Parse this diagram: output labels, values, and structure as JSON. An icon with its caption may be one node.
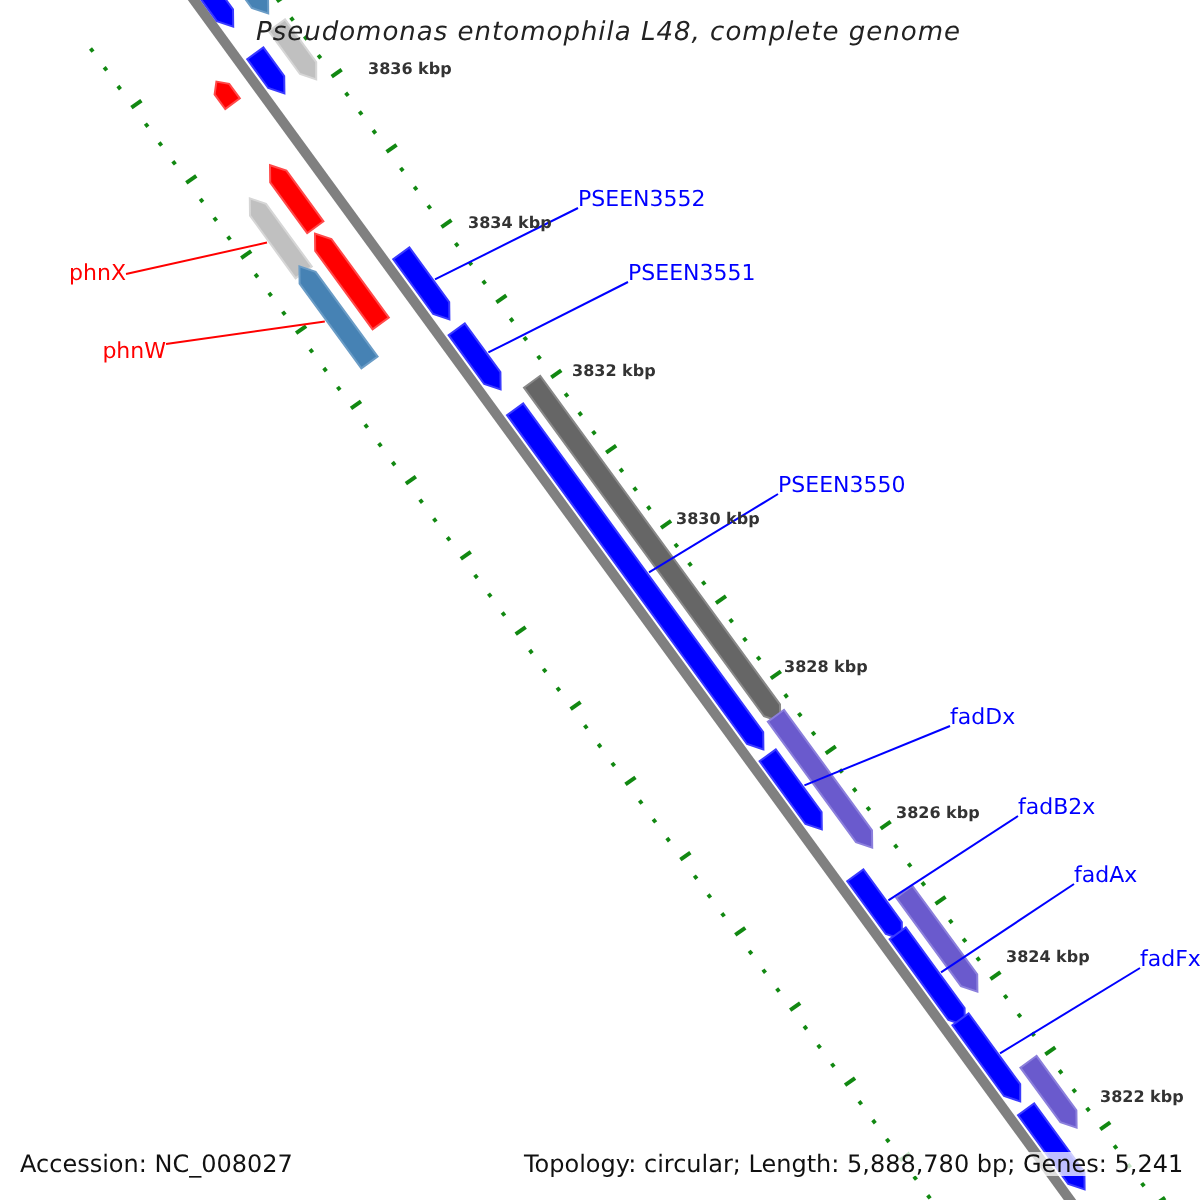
{
  "diagram": {
    "title": "Pseudomonas entomophila L48, complete genome",
    "nodes": [
      {
        "text": [
          "phnX"
        ]
      },
      {
        "text": [
          "phnW"
        ]
      },
      {
        "text": [
          "PSEEN3552"
        ]
      },
      {
        "text": [
          "PSEEN3551"
        ]
      },
      {
        "text": [
          "PSEEN3550"
        ]
      },
      {
        "text": [
          "fadDx"
        ]
      },
      {
        "text": [
          "fadB2x"
        ]
      },
      {
        "text": [
          "fadAx"
        ]
      },
      {
        "text": [
          "fadFx"
        ]
      },
      {
        "text": [],
        "shape": "box"
      },
      {
        "text": [],
        "shape": "box"
      },
      {
        "text": [],
        "shape": "box"
      },
      {
        "text": [],
        "shape": "box"
      },
      {
        "text": [],
        "shape": "box"
      },
      {
        "text": [],
        "shape": "box"
      },
      {
        "text": [],
        "shape": "box"
      },
      {
        "text": [],
        "shape": "box"
      },
      {
        "text": [],
        "shape": "box"
      },
      {
        "text": [],
        "shape": "box"
      },
      {
        "text": [],
        "shape": "box"
      },
      {
        "text": [],
        "shape": "box"
      },
      {
        "text": [],
        "shape": "box"
      },
      {
        "text": [],
        "shape": "box"
      },
      {
        "text": [],
        "shape": "box"
      },
      {
        "text": [],
        "shape": "box"
      },
      {
        "text": [],
        "shape": "box"
      },
      {
        "text": [],
        "shape": "box"
      },
      {
        "text": [],
        "shape": "box"
      },
      {
        "text": [],
        "shape": "box"
      },
      {
        "text": [],
        "shape": "box"
      }
    ],
    "edges": [
      {
        "from": 0,
        "to": 15,
        "arrow": "none",
        "color": "#ff0000"
      },
      {
        "from": 1,
        "to": 17,
        "arrow": "none",
        "color": "#ff0000"
      },
      {
        "from": 2,
        "to": 18,
        "arrow": "none"
      },
      {
        "from": 3,
        "to": 19,
        "arrow": "none"
      },
      {
        "from": 4,
        "to": 21,
        "arrow": "none"
      },
      {
        "from": 5,
        "to": 23,
        "arrow": "none"
      },
      {
        "from": 6,
        "to": 24,
        "arrow": "none"
      },
      {
        "from": 7,
        "to": 26,
        "arrow": "none"
      },
      {
        "from": 8,
        "to": 27,
        "arrow": "none"
      }
    ],
    "labels": [
      "3836 kbp",
      "3834 kbp",
      "3832 kbp",
      "3830 kbp",
      "3828 kbp",
      "3826 kbp",
      "3824 kbp",
      "3822 kbp",
      "Accession: NC_008027",
      "Topology: circular; Length: 5,888,780 bp; Genes: 5,241"
    ]
  }
}
